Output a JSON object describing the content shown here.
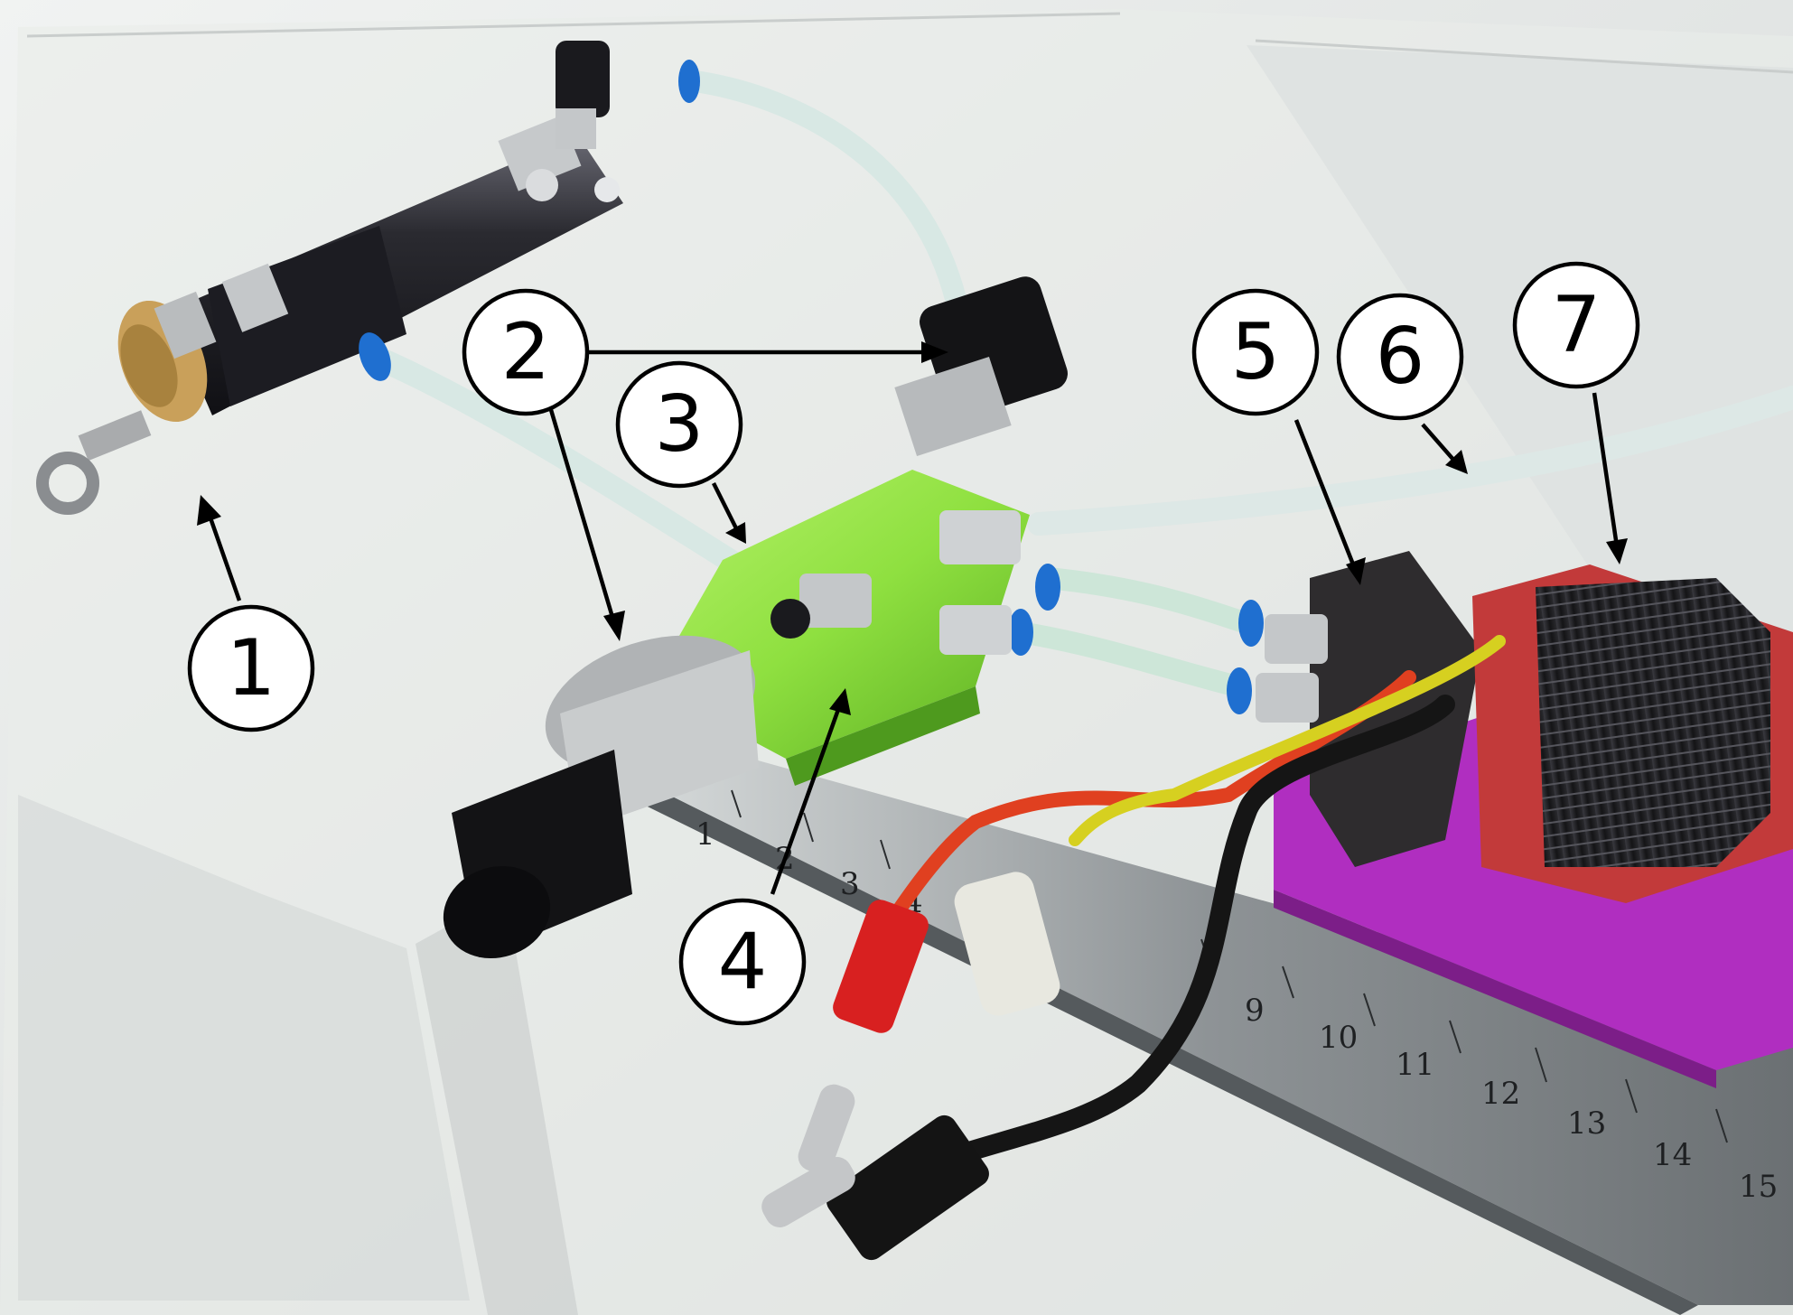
{
  "callouts": [
    {
      "id": "1",
      "label": "1"
    },
    {
      "id": "2",
      "label": "2"
    },
    {
      "id": "3",
      "label": "3"
    },
    {
      "id": "4",
      "label": "4"
    },
    {
      "id": "5",
      "label": "5"
    },
    {
      "id": "6",
      "label": "6"
    },
    {
      "id": "7",
      "label": "7"
    }
  ],
  "ruler": {
    "tick_labels": [
      "1",
      "2",
      "3",
      "4",
      "9",
      "10",
      "11",
      "12",
      "13",
      "14",
      "15"
    ]
  },
  "colors": {
    "background_tray": "#e3e6e5",
    "cylinder_body": "#2a2a30",
    "manifold_green": "#8fe040",
    "tubing": "#d8e8e4",
    "fitting_blue": "#1f6fd0",
    "motor_red": "#c23a3a",
    "motor_coil": "#202024",
    "base_plate_purple": "#b02ec0",
    "ruler_steel": "#8a8f92",
    "wire_red": "#e04020",
    "wire_yellow": "#d6d020",
    "wire_black": "#151515",
    "plug_red": "#d82020"
  }
}
